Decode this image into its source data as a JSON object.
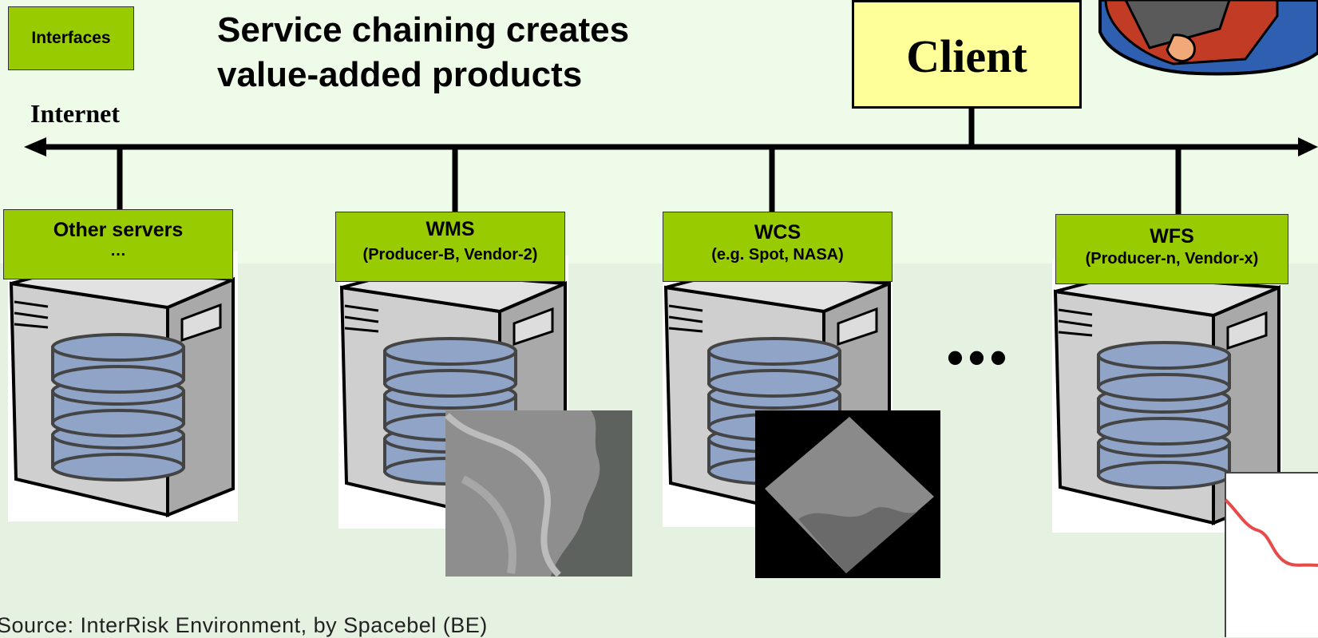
{
  "header": {
    "interfaces_tag": "Interfaces",
    "title_line1": "Service chaining creates",
    "title_line2": "value-added products",
    "internet_label": "Internet",
    "client_label": "Client"
  },
  "servers": [
    {
      "name": "Other servers",
      "detail": "…"
    },
    {
      "name": "WMS",
      "detail": "(Producer-B, Vendor-2)"
    },
    {
      "name": "WCS",
      "detail": "(e.g. Spot, NASA)"
    },
    {
      "name": "WFS",
      "detail": "(Producer-n, Vendor-x)"
    }
  ],
  "ellipsis": "•••",
  "footer": {
    "source": "Source: InterRisk Environment, by Spacebel (BE)"
  },
  "colors": {
    "background": "#e6f2e1",
    "label_green": "#99cc00",
    "client_yellow": "#ffff99",
    "server_gray": "#c9c9c9",
    "disk_blue": "#8fa4c6",
    "feature_red": "#e84a4a"
  }
}
